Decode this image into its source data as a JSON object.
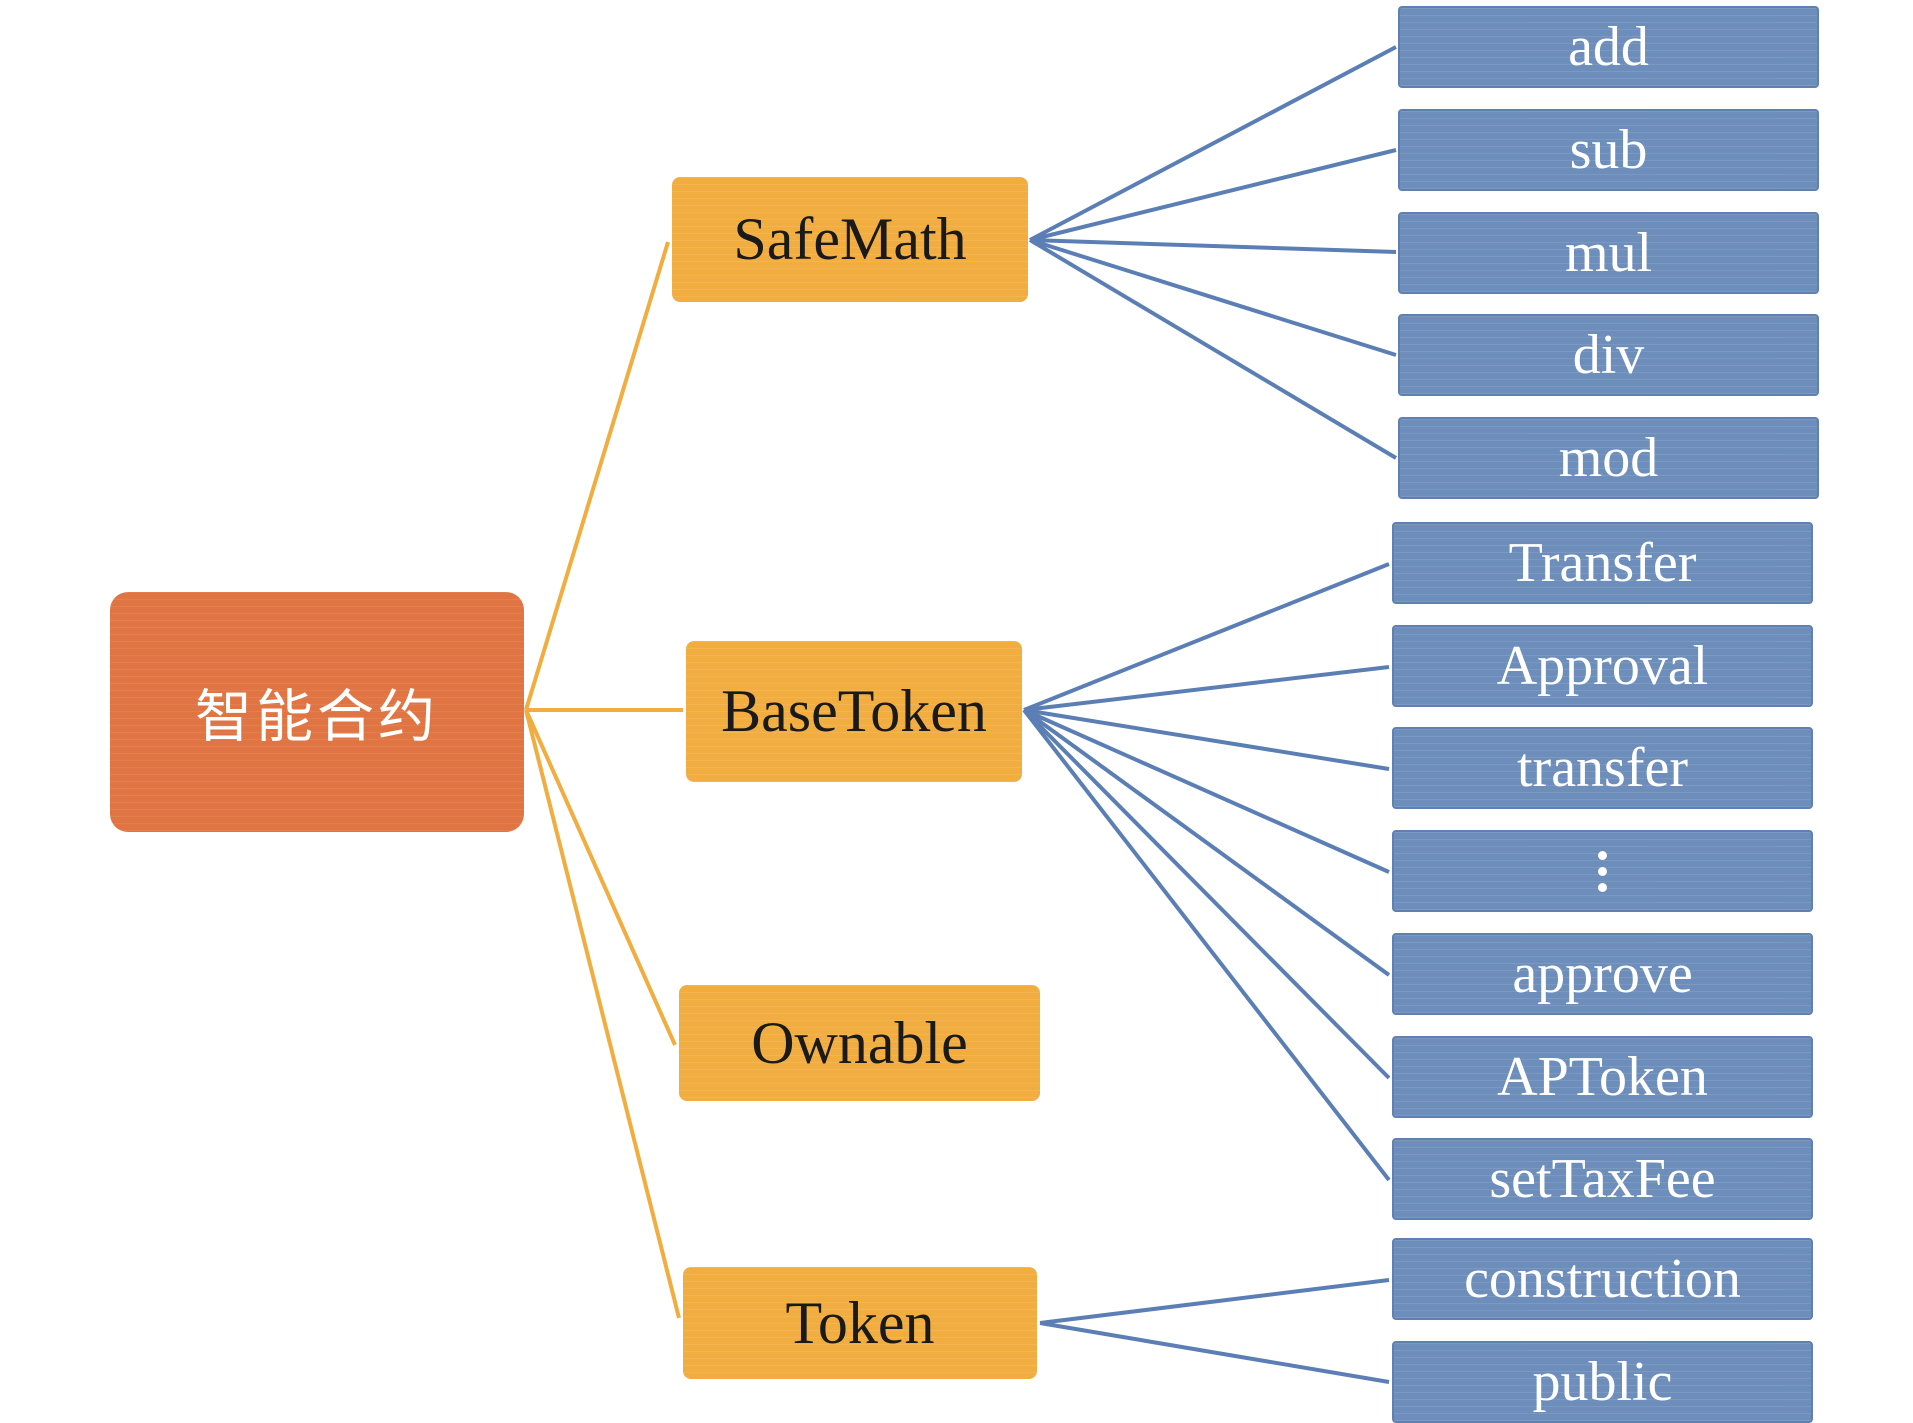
{
  "diagram": {
    "root": {
      "label": "智能合约",
      "color": "#e07543"
    },
    "branches": [
      {
        "id": "safemath",
        "label": "SafeMath",
        "children": [
          "add",
          "sub",
          "mul",
          "div",
          "mod"
        ]
      },
      {
        "id": "basetoken",
        "label": "BaseToken",
        "children": [
          "Transfer",
          "Approval",
          "transfer",
          "",
          "approve",
          "APToken",
          "setTaxFee"
        ]
      },
      {
        "id": "ownable",
        "label": "Ownable",
        "children": []
      },
      {
        "id": "token",
        "label": "Token",
        "children": [
          "construction",
          "public"
        ]
      }
    ],
    "ellipsis_icon": "vertical-ellipsis-icon",
    "colors": {
      "root": "#e07543",
      "branch": "#f1ad3f",
      "leaf": "#6d8dbb",
      "root_link": "#f1ad3f",
      "leaf_link": "#5b7fb5"
    }
  }
}
